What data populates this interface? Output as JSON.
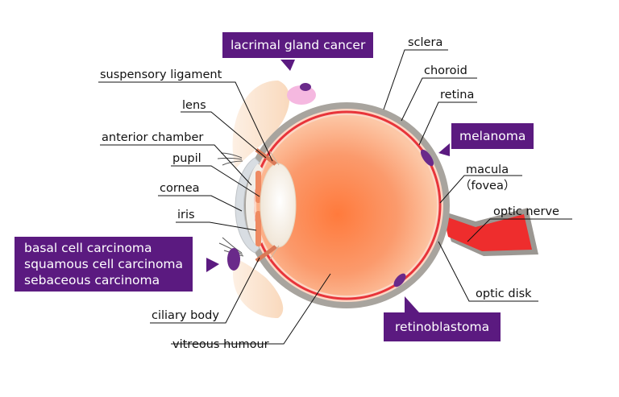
{
  "anatomy_labels": {
    "suspensory_ligament": "suspensory ligament",
    "lens": "lens",
    "anterior_chamber": "anterior chamber",
    "pupil": "pupil",
    "cornea": "cornea",
    "iris": "iris",
    "ciliary_body": "ciliary body",
    "vitreous_humour": "vitreous humour",
    "sclera": "sclera",
    "choroid": "choroid",
    "retina": "retina",
    "macula": "macula",
    "fovea": "（fovea）",
    "optic_nerve": "optic nerve",
    "optic_disk": "optic disk"
  },
  "cancer_labels": {
    "lacrimal_gland_cancer": "lacrimal gland cancer",
    "melanoma": "melanoma",
    "retinoblastoma": "retinoblastoma",
    "eyelid_cancers": [
      "basal cell carcinoma",
      "squamous cell carcinoma",
      "sebaceous carcinoma"
    ]
  },
  "colors": {
    "callout_purple": "#5b1a80",
    "tumor_purple": "#6a2a8a",
    "sclera_gray": "#a8a49e",
    "retina_red": "#e8343a",
    "optic_nerve_red": "#ee2d2d",
    "vitreous_orange": "#f58a5a",
    "skin_peach": "#fbe6d2"
  }
}
